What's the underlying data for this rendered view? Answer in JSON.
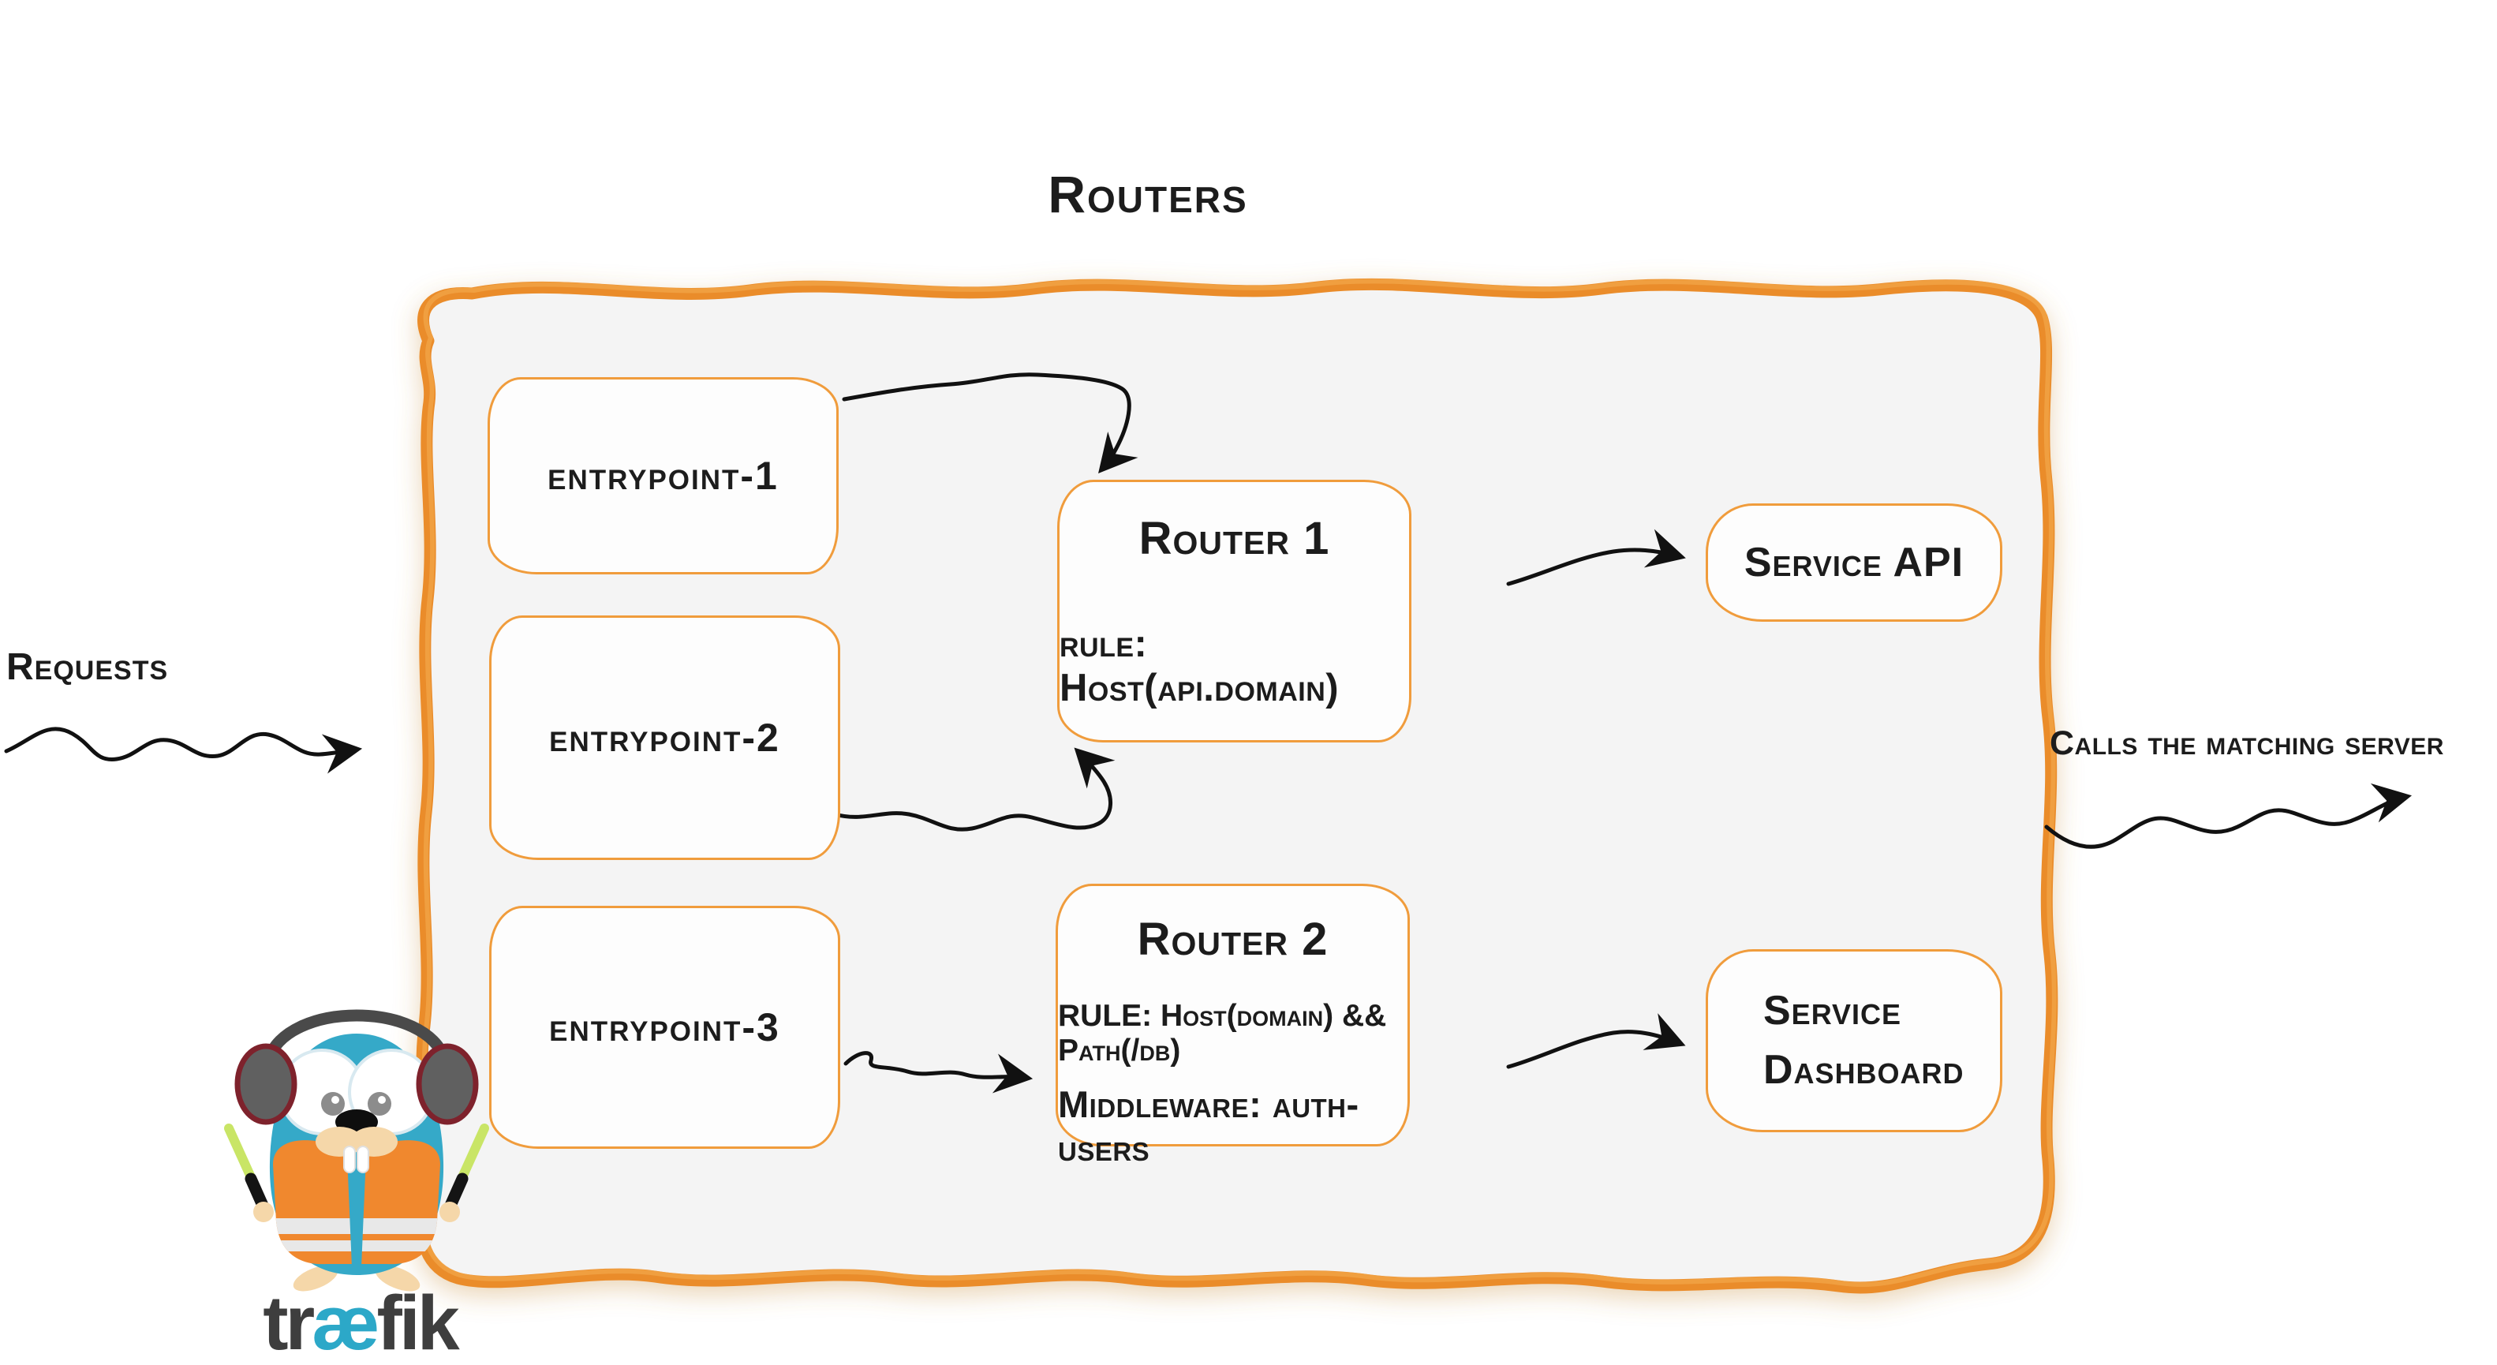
{
  "diagram": {
    "title": "Routers",
    "inbound_label": "Requests",
    "outbound_label": "Calls the matching server",
    "entrypoints": [
      {
        "label": "entrypoint-1"
      },
      {
        "label": "entrypoint-2"
      },
      {
        "label": "entrypoint-3"
      }
    ],
    "routers": [
      {
        "title": "Router 1",
        "rule": "rule: Host(api.domain)"
      },
      {
        "title": "Router 2",
        "rule": "RULE: Host(domain) && Path(/db)",
        "middleware": "Middleware: auth-users"
      }
    ],
    "services": [
      {
        "label": "Service API"
      },
      {
        "label": "Service Dashboard"
      }
    ],
    "logo": {
      "wordmark_pre": "tr",
      "wordmark_ae": "æ",
      "wordmark_post": "fik"
    },
    "colors": {
      "frame_orange": "#ea8c2b",
      "box_border_orange": "#f09c3c",
      "frame_fill": "#f4f4f4",
      "box_fill": "#fdfdfd",
      "text_black": "#1c1c1c",
      "traefik_blue": "#35a9c8",
      "vest_orange": "#f0882e",
      "stick_green": "#c9e566",
      "wordmark_gray": "#3e3e3e"
    }
  }
}
